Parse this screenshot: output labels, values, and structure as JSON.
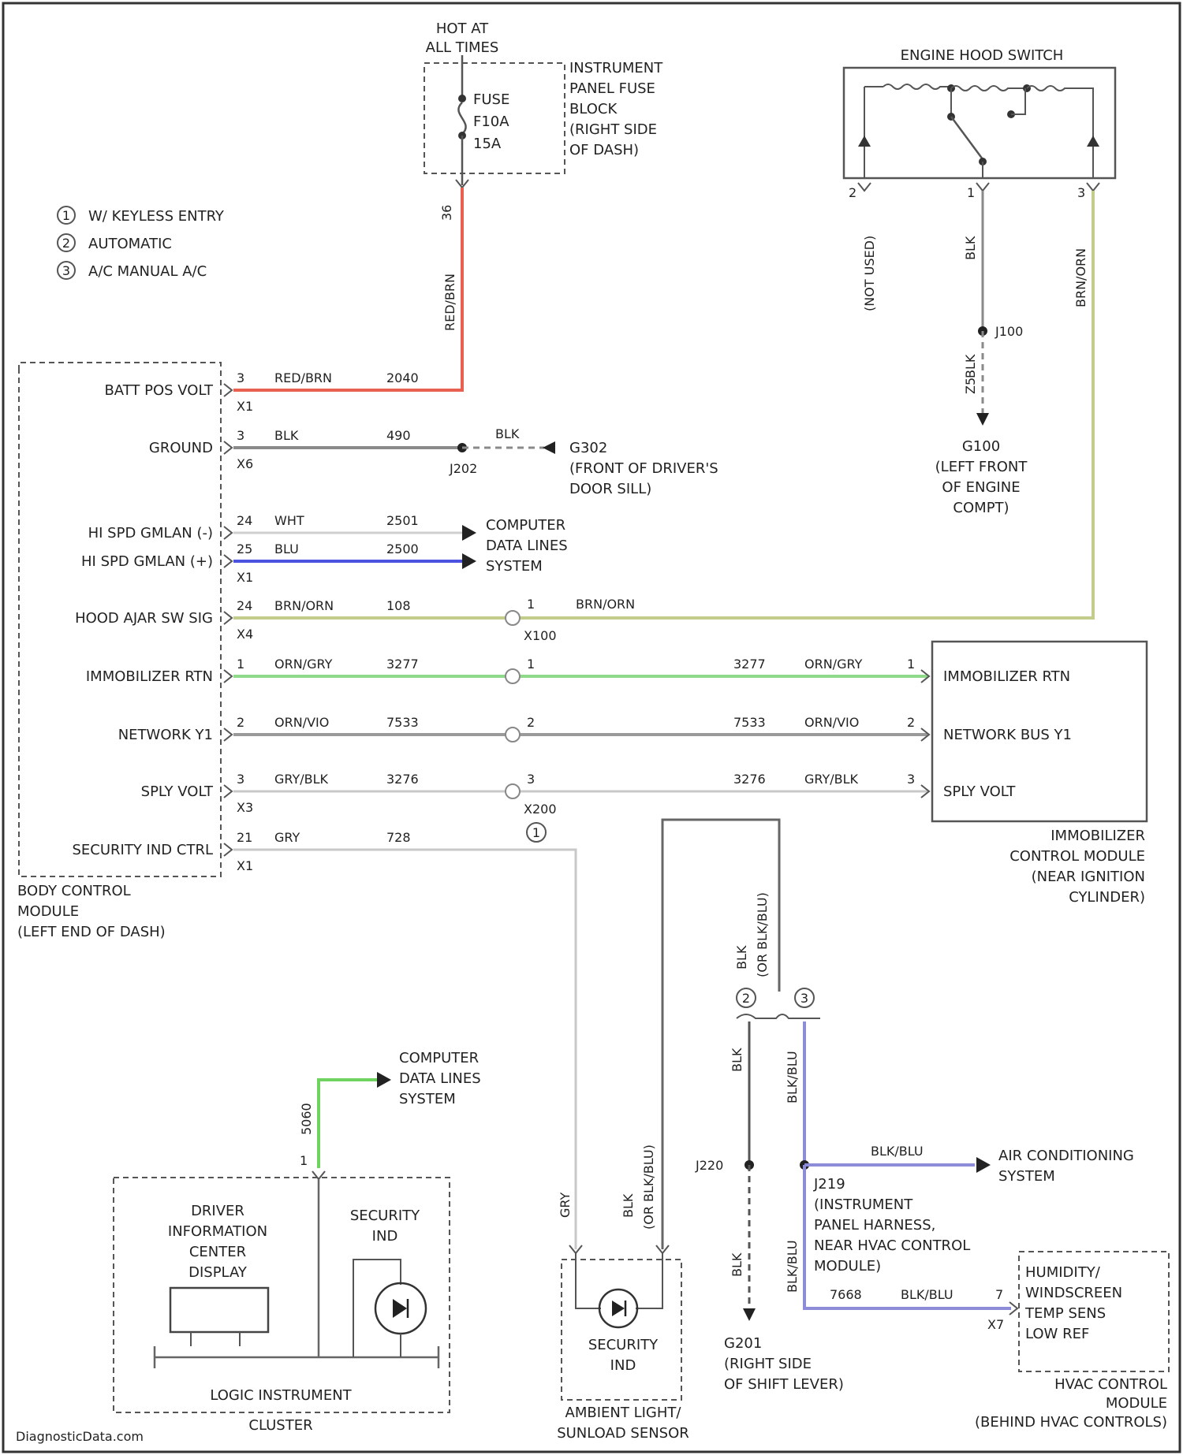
{
  "colors": {
    "red": "#e8604f",
    "blue": "#4a52e0",
    "olive": "#c3cc8a",
    "green": "#8fd98a",
    "gray": "#9a9a9a",
    "black": "#555555",
    "lightgray": "#c8c8c8",
    "purple": "#8c8cd8",
    "bright_green": "#6fd45f"
  },
  "top": {
    "hot_at_all_times": [
      "HOT AT",
      "ALL TIMES"
    ],
    "fuse": [
      "FUSE",
      "F10A",
      "15A"
    ],
    "fuse_block": [
      "INSTRUMENT",
      "PANEL FUSE",
      "BLOCK",
      "(RIGHT SIDE",
      "OF DASH)"
    ],
    "fuse_wire_pin": "36",
    "fuse_wire_color": "RED/BRN"
  },
  "hood_switch": {
    "title": "ENGINE HOOD SWITCH",
    "pins": [
      "2",
      "1",
      "3"
    ],
    "not_used": "(NOT USED)",
    "blk": "BLK",
    "brn_orn": "BRN/ORN",
    "splice": "J100",
    "blk2": "BLK",
    "wire2": "Z5",
    "ground": [
      "G100",
      "(LEFT FRONT",
      "OF ENGINE",
      "COMPT)"
    ]
  },
  "legend": [
    {
      "num": "1",
      "text": "W/ KEYLESS ENTRY"
    },
    {
      "num": "2",
      "text": "AUTOMATIC"
    },
    {
      "num": "3",
      "text": "A/C MANUAL A/C"
    }
  ],
  "bcm": {
    "rows": [
      {
        "label": "BATT POS VOLT",
        "pin": "3",
        "color": "RED/BRN",
        "circuit": "2040",
        "conn": "X1"
      },
      {
        "label": "GROUND",
        "pin": "3",
        "color": "BLK",
        "circuit": "490",
        "conn": "X6"
      },
      {
        "label": "HI SPD GMLAN (-)",
        "pin": "24",
        "color": "WHT",
        "circuit": "2501",
        "conn": ""
      },
      {
        "label": "HI SPD GMLAN (+)",
        "pin": "25",
        "color": "BLU",
        "circuit": "2500",
        "conn": "X1"
      },
      {
        "label": "HOOD AJAR SW SIG",
        "pin": "24",
        "color": "BRN/ORN",
        "circuit": "108",
        "conn": "X4"
      },
      {
        "label": "IMMOBILIZER RTN",
        "pin": "1",
        "color": "ORN/GRY",
        "circuit": "3277",
        "conn": ""
      },
      {
        "label": "NETWORK Y1",
        "pin": "2",
        "color": "ORN/VIO",
        "circuit": "7533",
        "conn": ""
      },
      {
        "label": "SPLY VOLT",
        "pin": "3",
        "color": "GRY/BLK",
        "circuit": "3276",
        "conn": "X3"
      },
      {
        "label": "SECURITY IND CTRL",
        "pin": "21",
        "color": "GRY",
        "circuit": "728",
        "conn": "X1"
      }
    ],
    "name": [
      "BODY CONTROL",
      "MODULE",
      "(LEFT END OF DASH)"
    ]
  },
  "ground_g302": {
    "splice": "J202",
    "blk": "BLK",
    "ground": [
      "G302",
      "(FRONT OF DRIVER'S",
      "DOOR SILL)"
    ]
  },
  "cdl1": [
    "COMPUTER",
    "DATA LINES",
    "SYSTEM"
  ],
  "x100": {
    "pin": "1",
    "color": "BRN/ORN",
    "name": "X100"
  },
  "x200": {
    "name": "X200",
    "pins": [
      "1",
      "2",
      "3"
    ]
  },
  "immo": {
    "wires": [
      {
        "circuit": "3277",
        "color": "ORN/GRY",
        "pin": "1",
        "label": "IMMOBILIZER RTN"
      },
      {
        "circuit": "7533",
        "color": "ORN/VIO",
        "pin": "2",
        "label": "NETWORK BUS Y1"
      },
      {
        "circuit": "3276",
        "color": "GRY/BLK",
        "pin": "3",
        "label": "SPLY VOLT"
      }
    ],
    "name": [
      "IMMOBILIZER",
      "CONTROL MODULE",
      "(NEAR IGNITION",
      "CYLINDER)"
    ]
  },
  "circle1": "1",
  "bottom": {
    "blk_blu_top": [
      "BLK",
      "(OR BLK/BLU)"
    ],
    "circle2": "2",
    "circle3": "3",
    "blk_left": "BLK",
    "blk_blu_right": "BLK/BLU",
    "splice_j220": "J220",
    "splice_j219": [
      "J219",
      "(INSTRUMENT",
      "PANEL HARNESS,",
      "NEAR HVAC CONTROL",
      "MODULE)"
    ],
    "blk_blu_ac": "BLK/BLU",
    "ac_system": [
      "AIR CONDITIONING",
      "SYSTEM"
    ],
    "blk_lower": "BLK",
    "blk_blu_lower": "BLK/BLU",
    "circuit_7668": "7668",
    "blk_blu_h": "BLK/BLU",
    "pin7": "7",
    "conn_x7": "X7",
    "ground_g201": [
      "G201",
      "(RIGHT SIDE",
      "OF SHIFT LEVER)"
    ],
    "hvac": [
      "HUMIDITY/",
      "WINDSCREEN",
      "TEMP SENS",
      "LOW REF"
    ],
    "hvac_name": [
      "HVAC CONTROL",
      "MODULE",
      "(BEHIND HVAC CONTROLS)"
    ],
    "gry": "GRY",
    "blk_blu_mid": [
      "BLK",
      "(OR BLK/BLU)"
    ],
    "security_ind_sensor": [
      "SECURITY",
      "IND"
    ],
    "sensor_name": [
      "AMBIENT LIGHT/",
      "SUNLOAD SENSOR"
    ],
    "cdl2": [
      "COMPUTER",
      "DATA LINES",
      "SYSTEM"
    ],
    "cluster_pin_wire": "5060",
    "cluster_pin": "1",
    "dic": [
      "DRIVER",
      "INFORMATION",
      "CENTER",
      "DISPLAY"
    ],
    "security_ind_cluster": [
      "SECURITY",
      "IND"
    ],
    "cluster_name": [
      "LOGIC INSTRUMENT",
      "CLUSTER"
    ]
  },
  "watermark": "DiagnosticData.com"
}
